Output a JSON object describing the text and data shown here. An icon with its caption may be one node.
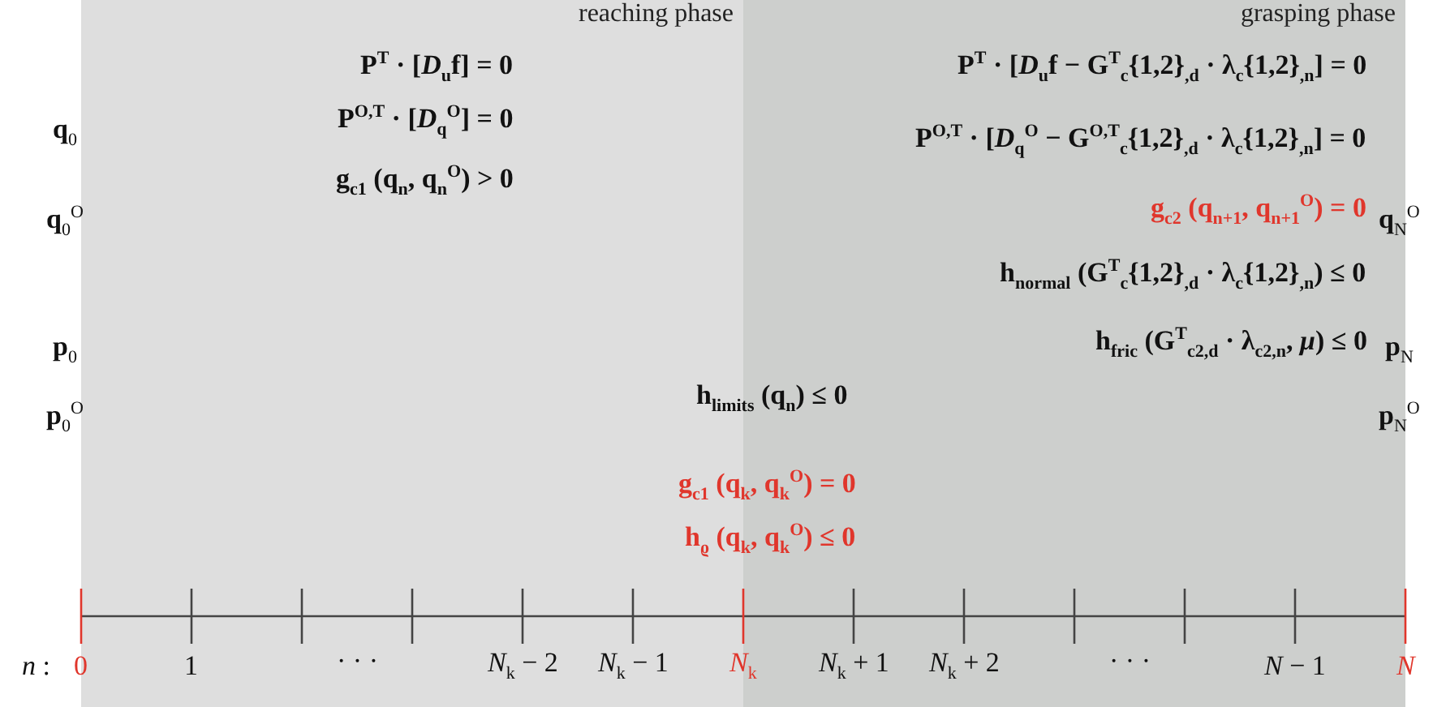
{
  "diagram": {
    "nodes": [
      {
        "text": [
          "reaching phase"
        ]
      },
      {
        "text": [
          "grasping phase"
        ]
      }
    ],
    "labels": [
      "**P**$^{T}$ · [*D*$_{u}$**f**] = **0**",
      "**P**$^{T}$ · [*D*$_{u}$**f** − **G**$^{T}$$_{c}${1,2}$_{,d}$ · **λ**$_{c}${1,2}$_{,n}$] = **0**",
      "**q**$_{0}$",
      "**P**$^{O,T}$ · [*D*$_{q}$$^{O}$] = **0**",
      "**P**$^{O,T}$ · [*D*$_{q}$$^{O}$ − **G**$^{O,T}$$_{c}${1,2}$_{,d}$ · **λ**$_{c}${1,2}$_{,n}$] = **0**",
      "**g**$_{c1}$ (**q**$_{n}$, **q**$_{n}$$^{O}$) > **0**",
      "**q**$_{0}$$^{O}$",
      "**g**$_{c2}$ (**q**$_{n+1}$, **q**$_{n+1}$$^{O}$) = **0**",
      "**q**$_{N}$$^{O}$",
      "**h**$_{normal}$ (**G**$^{T}$$_{c}${1,2}$_{,d}$ · **λ**$_{c}${1,2}$_{,n}$) ≤ **0**",
      "**p**$_{0}$",
      "**h**$_{fric}$ (**G**$^{T}$$_{c2,d}$ · **λ**$_{c2,n}$, *μ*) ≤ **0**",
      "**p**$_{N}$",
      "**p**$_{0}$$^{O}$",
      "**h**$_{limits}$ (**q**$_{n}$) ≤ **0**",
      "**p**$_{N}$$^{O}$",
      "**g**$_{c1}$ (**q**$_{k}$, **q**$_{k}$$^{O}$) = **0**",
      "**h**$_{ϱ}$ (**q**$_{k}$, **q**$_{k}$$^{O}$) ≤ **0**",
      "*n* :",
      "0",
      "1",
      "· · ·",
      "*N*$_{k}$ − 2",
      "*N*$_{k}$ − 1",
      "*N*$_{k}$",
      "*N*$_{k}$ + 1",
      "*N*$_{k}$ + 2",
      "· · ·",
      "*N* − 1",
      "*N*"
    ]
  }
}
